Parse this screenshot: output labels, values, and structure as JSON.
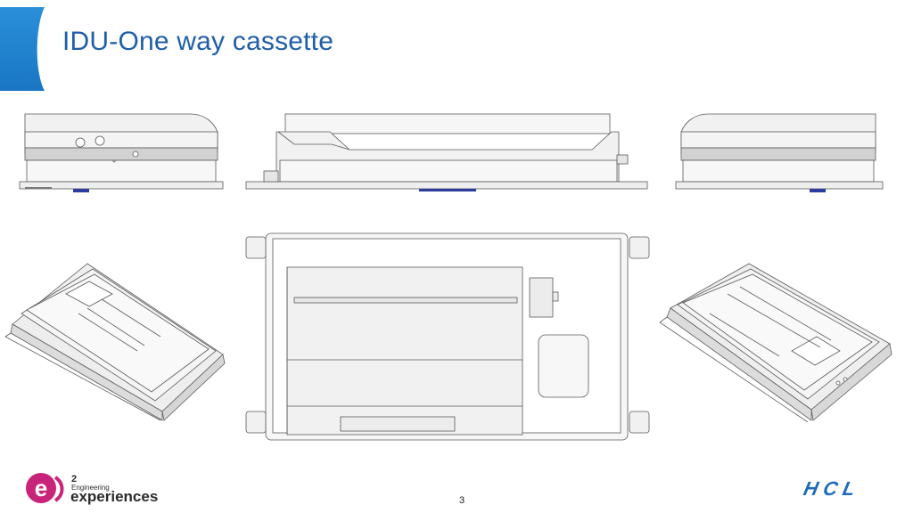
{
  "slide": {
    "title": "IDU-One way cassette",
    "page_number": "3"
  },
  "figures": [
    {
      "view": "side-view-left"
    },
    {
      "view": "front-view"
    },
    {
      "view": "side-view-right"
    },
    {
      "view": "isometric-view-left"
    },
    {
      "view": "top-view"
    },
    {
      "view": "isometric-view-right"
    }
  ],
  "logos": {
    "left": {
      "name": "e2-engineering-experiences-logo",
      "line1": "2",
      "line2": "Engineering",
      "line3": "experiences",
      "letter": "e"
    },
    "right": {
      "name": "hcl-logo",
      "text": "HCL"
    }
  },
  "colors": {
    "title": "#1f5fa8",
    "accent_bar": "#1e88d4",
    "line_art": "#5a5a5a",
    "fill_light": "#f1f1f1",
    "fill_band": "#d2d2d2",
    "e2_magenta": "#c8257a",
    "hcl_blue": "#1f6bb8"
  }
}
